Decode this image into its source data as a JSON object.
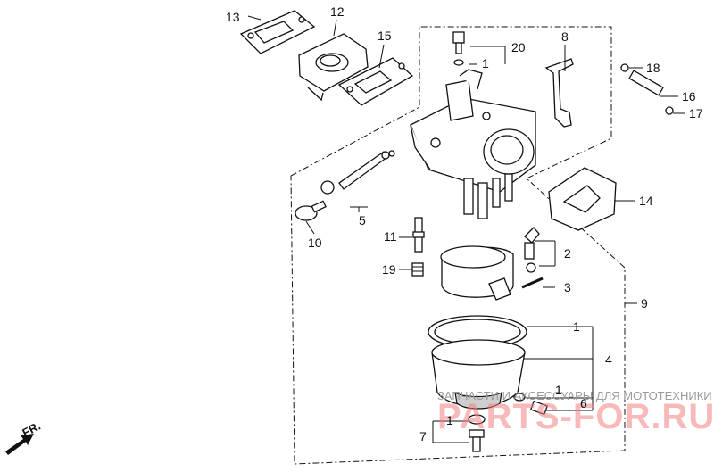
{
  "part_labels": {
    "p1": "1",
    "p2": "2",
    "p3": "3",
    "p4": "4",
    "p5": "5",
    "p6": "6",
    "p7": "7",
    "p8": "8",
    "p9": "9",
    "p10": "10",
    "p11": "11",
    "p12": "12",
    "p13": "13",
    "p14": "14",
    "p15": "15",
    "p16": "16",
    "p17": "17",
    "p18": "18",
    "p19": "19",
    "p20": "20"
  },
  "direction_marker": "FR.",
  "watermark": {
    "caption": "ЗАПЧАСТИ И АКСЕССУАРЫ ДЛЯ МОТОТЕХНИКИ",
    "brand": "PARTS-FOR.RU"
  }
}
